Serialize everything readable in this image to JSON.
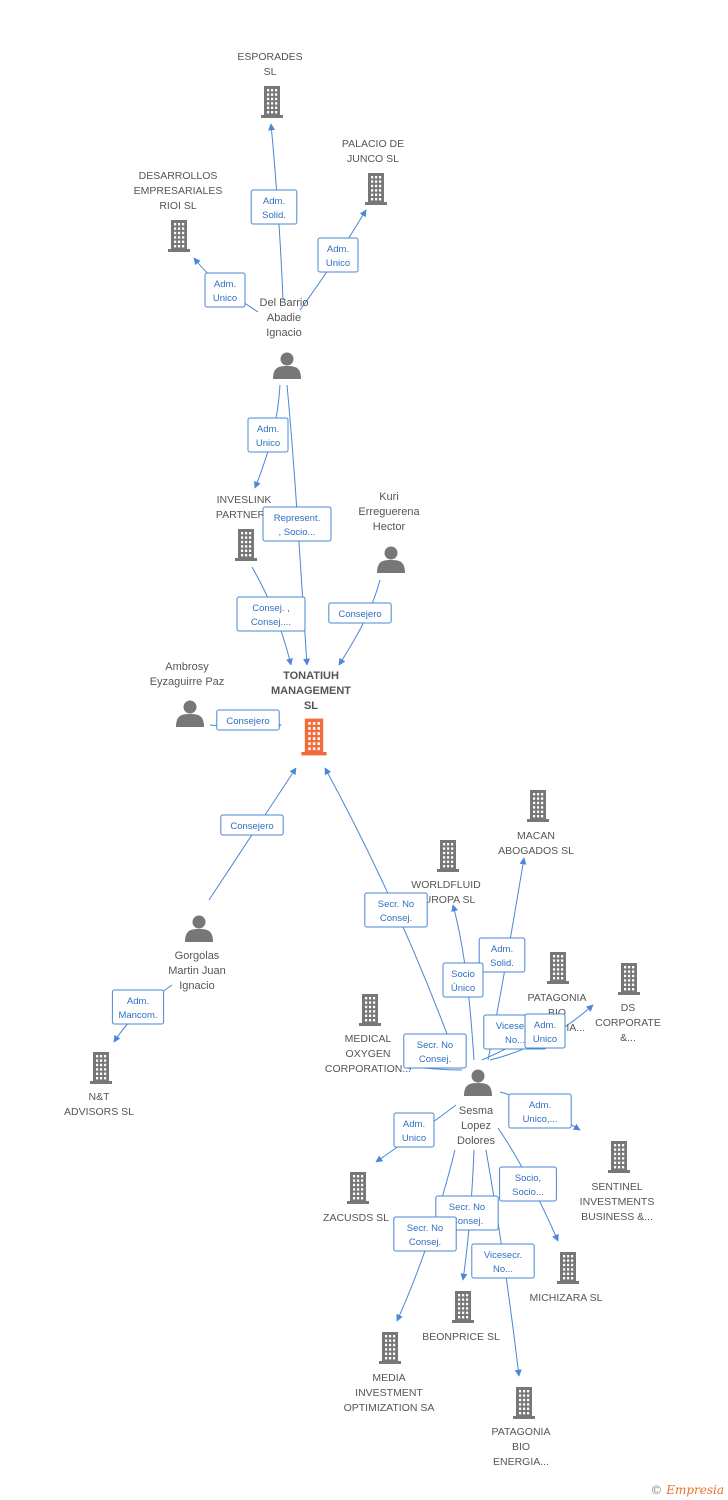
{
  "colors": {
    "company": "#777777",
    "center": "#f26b3a",
    "person": "#777777",
    "edge": "#4a87d4"
  },
  "nodes": [
    {
      "id": "esporades",
      "kind": "company",
      "label": [
        "ESPORADES",
        "SL"
      ]
    },
    {
      "id": "palacio",
      "kind": "company",
      "label": [
        "PALACIO DE",
        "JUNCO  SL"
      ]
    },
    {
      "id": "desarrollos",
      "kind": "company",
      "label": [
        "DESARROLLOS",
        "EMPRESARIALES",
        "RIOI SL"
      ]
    },
    {
      "id": "delbarrio",
      "kind": "person",
      "label": [
        "Del Barrio",
        "Abadie",
        "Ignacio"
      ]
    },
    {
      "id": "inveslink",
      "kind": "company",
      "label": [
        "INVESLINK",
        "PARTNERS"
      ]
    },
    {
      "id": "kuri",
      "kind": "person",
      "label": [
        "Kuri",
        "Erreguerena",
        "Hector"
      ]
    },
    {
      "id": "ambrosy",
      "kind": "person",
      "label": [
        "Ambrosy",
        "Eyzaguirre Paz"
      ]
    },
    {
      "id": "tonatiuh",
      "kind": "center",
      "label": [
        "TONATIUH",
        "MANAGEMENT",
        "SL"
      ]
    },
    {
      "id": "gorgolas",
      "kind": "person",
      "label": [
        "Gorgolas",
        "Martin Juan",
        "Ignacio"
      ]
    },
    {
      "id": "nt",
      "kind": "company",
      "label": [
        "N&T",
        "ADVISORS  SL"
      ]
    },
    {
      "id": "macan",
      "kind": "company",
      "label": [
        "MACAN",
        "ABOGADOS  SL"
      ]
    },
    {
      "id": "worldfluid",
      "kind": "company",
      "label": [
        "WORLDFLUID",
        "EUROPA  SL"
      ]
    },
    {
      "id": "patagonia1",
      "kind": "company",
      "label": [
        "PATAGONIA",
        "BIO",
        "ENERGIA..."
      ]
    },
    {
      "id": "ds",
      "kind": "company",
      "label": [
        "DS",
        "CORPORATE",
        "&..."
      ]
    },
    {
      "id": "medical",
      "kind": "company",
      "label": [
        "MEDICAL",
        "OXYGEN",
        "CORPORATION..."
      ]
    },
    {
      "id": "sesma",
      "kind": "person",
      "label": [
        "Sesma",
        "Lopez",
        "Dolores"
      ]
    },
    {
      "id": "sentinel",
      "kind": "company",
      "label": [
        "SENTINEL",
        "INVESTMENTS",
        "BUSINESS &..."
      ]
    },
    {
      "id": "zacusds",
      "kind": "company",
      "label": [
        "ZACUSDS  SL"
      ]
    },
    {
      "id": "michizara",
      "kind": "company",
      "label": [
        "MICHIZARA  SL"
      ]
    },
    {
      "id": "beonprice",
      "kind": "company",
      "label": [
        "BEONPRICE SL"
      ]
    },
    {
      "id": "media",
      "kind": "company",
      "label": [
        "MEDIA",
        "INVESTMENT",
        "OPTIMIZATION SA"
      ]
    },
    {
      "id": "patagonia2",
      "kind": "company",
      "label": [
        "PATAGONIA",
        "BIO",
        "ENERGIA..."
      ]
    }
  ],
  "edges": [
    {
      "from": "delbarrio",
      "to": "esporades",
      "label": [
        "Adm.",
        "Solid."
      ]
    },
    {
      "from": "delbarrio",
      "to": "palacio",
      "label": [
        "Adm.",
        "Unico"
      ]
    },
    {
      "from": "delbarrio",
      "to": "desarrollos",
      "label": [
        "Adm.",
        "Unico"
      ]
    },
    {
      "from": "delbarrio",
      "to": "inveslink",
      "label": [
        "Adm.",
        "Unico"
      ]
    },
    {
      "from": "delbarrio",
      "to": "tonatiuh",
      "label": [
        "Represent.",
        ", Socio..."
      ]
    },
    {
      "from": "inveslink",
      "to": "tonatiuh",
      "label": [
        "Consej. ,",
        "Consej...."
      ]
    },
    {
      "from": "kuri",
      "to": "tonatiuh",
      "label": [
        "Consejero"
      ]
    },
    {
      "from": "ambrosy",
      "to": "tonatiuh",
      "label": [
        "Consejero"
      ]
    },
    {
      "from": "gorgolas",
      "to": "tonatiuh",
      "label": [
        "Consejero"
      ]
    },
    {
      "from": "gorgolas",
      "to": "nt",
      "label": [
        "Adm.",
        "Mancom."
      ]
    },
    {
      "from": "sesma",
      "to": "tonatiuh",
      "label": [
        "Secr.  No",
        "Consej."
      ]
    },
    {
      "from": "sesma",
      "to": "macan",
      "label": [
        "Adm.",
        "Solid."
      ]
    },
    {
      "from": "sesma",
      "to": "worldfluid",
      "label": [
        "Socio",
        "Único"
      ]
    },
    {
      "from": "sesma",
      "to": "patagonia1",
      "label": [
        "Vicesecr.",
        "No..."
      ]
    },
    {
      "from": "sesma",
      "to": "ds",
      "label": [
        "Adm.",
        "Unico"
      ]
    },
    {
      "from": "sesma",
      "to": "medical",
      "label": [
        "Secr.  No",
        "Consej."
      ]
    },
    {
      "from": "sesma",
      "to": "sentinel",
      "label": [
        "Adm.",
        "Unico,..."
      ]
    },
    {
      "from": "sesma",
      "to": "zacusds",
      "label": [
        "Adm.",
        "Unico"
      ]
    },
    {
      "from": "sesma",
      "to": "michizara",
      "label": [
        "Socio,",
        "Socio..."
      ]
    },
    {
      "from": "sesma",
      "to": "beonprice",
      "label": [
        "Secr.  No",
        "Consej."
      ]
    },
    {
      "from": "sesma",
      "to": "media",
      "label": [
        "Secr.  No",
        "Consej."
      ]
    },
    {
      "from": "sesma",
      "to": "patagonia2",
      "label": [
        "Vicesecr.",
        "No..."
      ]
    }
  ],
  "footer": {
    "copyright": "©",
    "brand": "Empresia"
  }
}
